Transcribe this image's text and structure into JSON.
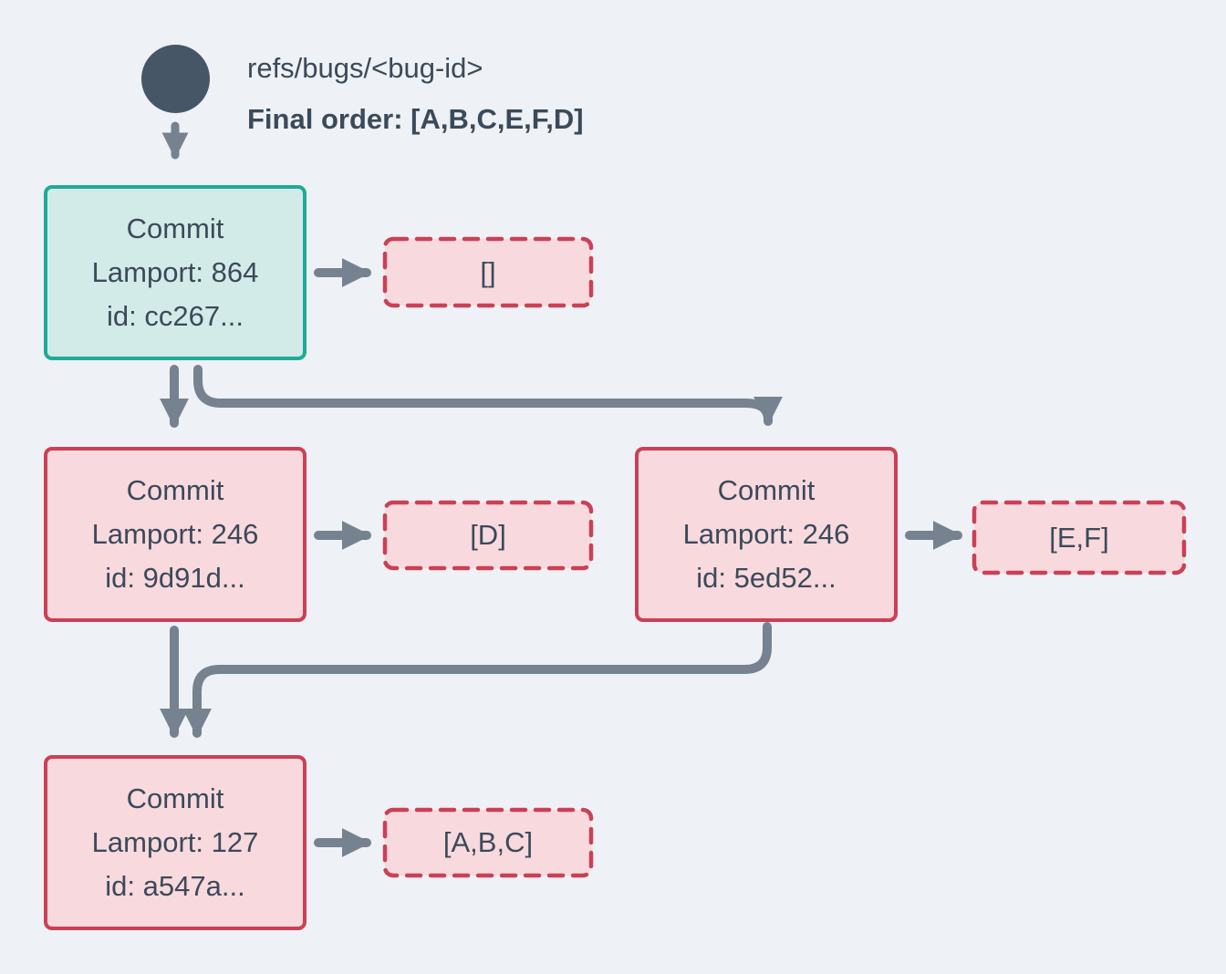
{
  "palette": {
    "background": "#eef1f5",
    "text": "#3b4a59",
    "arrow": "#76828f",
    "head_circle": "#475666",
    "teal_border": "#1fab97",
    "teal_fill": "#d3ebe8",
    "red_border": "#cb4056",
    "red_fill": "#f8d9de"
  },
  "header": {
    "ref": "refs/bugs/<bug-id>",
    "final_order": "Final order: [A,B,C,E,F,D]"
  },
  "nodes": {
    "root": {
      "title": "Commit",
      "lamport": "Lamport: 864",
      "id": "id: cc267..."
    },
    "left": {
      "title": "Commit",
      "lamport": "Lamport: 246",
      "id": "id: 9d91d..."
    },
    "right": {
      "title": "Commit",
      "lamport": "Lamport: 246",
      "id": "id: 5ed52..."
    },
    "merge": {
      "title": "Commit",
      "lamport": "Lamport: 127",
      "id": "id: a547a..."
    }
  },
  "ops": {
    "root": "[]",
    "left": "[D]",
    "right": "[E,F]",
    "merge": "[A,B,C]"
  }
}
